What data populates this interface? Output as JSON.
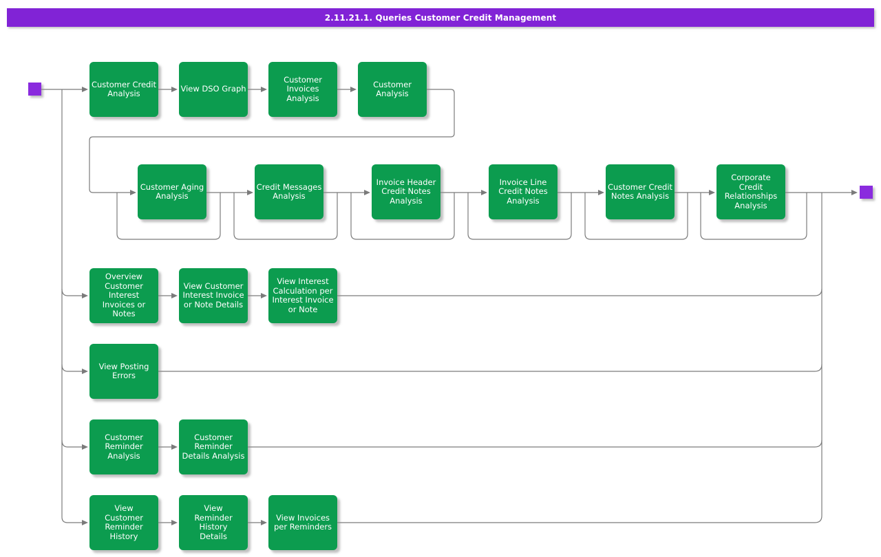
{
  "title": "2.11.21.1. Queries Customer Credit Management",
  "colors": {
    "title_bar": "#8123d6",
    "node_fill": "#0c9c4f",
    "node_text": "#ffffff",
    "terminal": "#8a2bde",
    "connector": "#7b7b7b"
  },
  "nodes": {
    "customer_credit_analysis": {
      "label": "Customer Credit\nAnalysis"
    },
    "view_dso_graph": {
      "label": "View DSO Graph"
    },
    "customer_invoices_analysis": {
      "label": "Customer\nInvoices\nAnalysis"
    },
    "customer_analysis": {
      "label": "Customer\nAnalysis"
    },
    "customer_aging_analysis": {
      "label": "Customer Aging\nAnalysis"
    },
    "credit_messages_analysis": {
      "label": "Credit Messages\nAnalysis"
    },
    "invoice_header_credit_notes_analysis": {
      "label": "Invoice Header\nCredit Notes\nAnalysis"
    },
    "invoice_line_credit_notes_analysis": {
      "label": "Invoice Line\nCredit Notes\nAnalysis"
    },
    "customer_credit_notes_analysis": {
      "label": "Customer Credit\nNotes Analysis"
    },
    "corporate_credit_relationships_analysis": {
      "label": "Corporate\nCredit\nRelationships\nAnalysis"
    },
    "overview_customer_interest_invoices_or_notes": {
      "label": "Overview\nCustomer\nInterest\nInvoices or\nNotes"
    },
    "view_customer_interest_invoice_or_note_details": {
      "label": "View Customer\nInterest Invoice\nor Note Details"
    },
    "view_interest_calculation_per_interest_invoice_or_note": {
      "label": "View Interest\nCalculation per\nInterest Invoice\nor Note"
    },
    "view_posting_errors": {
      "label": "View Posting\nErrors"
    },
    "customer_reminder_analysis": {
      "label": "Customer\nReminder\nAnalysis"
    },
    "customer_reminder_details_analysis": {
      "label": "Customer\nReminder\nDetails Analysis"
    },
    "view_customer_reminder_history": {
      "label": "View\nCustomer\nReminder\nHistory"
    },
    "view_reminder_history_details": {
      "label": "View\nReminder\nHistory\nDetails"
    },
    "view_invoices_per_reminders": {
      "label": "View Invoices\nper Reminders"
    }
  },
  "flows": [
    [
      "start",
      "customer_credit_analysis",
      "view_dso_graph",
      "customer_invoices_analysis",
      "customer_analysis",
      "customer_aging_analysis",
      "credit_messages_analysis",
      "invoice_header_credit_notes_analysis",
      "invoice_line_credit_notes_analysis",
      "customer_credit_notes_analysis",
      "corporate_credit_relationships_analysis",
      "end"
    ],
    [
      "start",
      "overview_customer_interest_invoices_or_notes",
      "view_customer_interest_invoice_or_note_details",
      "view_interest_calculation_per_interest_invoice_or_note",
      "end"
    ],
    [
      "start",
      "view_posting_errors",
      "end"
    ],
    [
      "start",
      "customer_reminder_analysis",
      "customer_reminder_details_analysis",
      "end"
    ],
    [
      "start",
      "view_customer_reminder_history",
      "view_reminder_history_details",
      "view_invoices_per_reminders",
      "end"
    ]
  ]
}
